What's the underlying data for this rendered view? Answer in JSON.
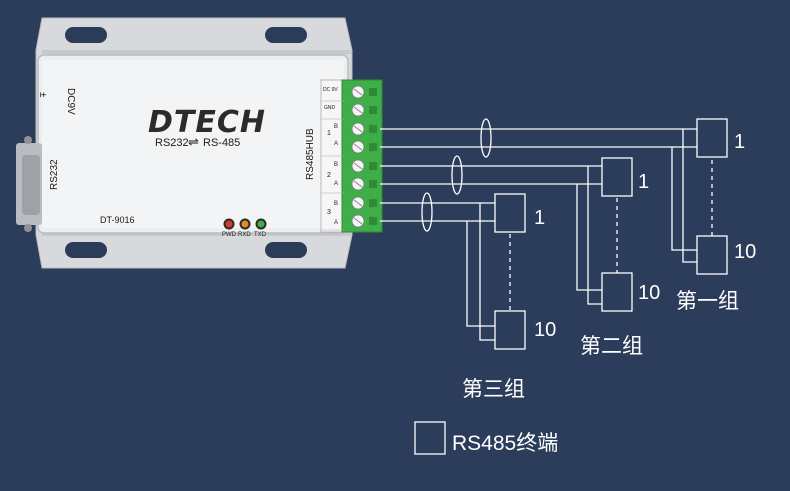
{
  "device": {
    "power_label": "DC9V",
    "polarity_symbol": "±",
    "brand": "DTECH",
    "subtitle_left": "RS232",
    "subtitle_right": "RS-485",
    "rs232_label": "RS232",
    "hub_label": "RS485HUB",
    "model": "DT-9016",
    "led_labels": [
      "PWD",
      "RXD",
      "TXD"
    ],
    "led_colors": [
      "#d83a2a",
      "#e08a2a",
      "#3ab04a"
    ],
    "terminal_labels": {
      "dc": "DC 9V",
      "gnd": "GND",
      "ports": [
        {
          "num": "1",
          "b": "B",
          "a": "A"
        },
        {
          "num": "2",
          "b": "B",
          "a": "A"
        },
        {
          "num": "3",
          "b": "B",
          "a": "A"
        }
      ]
    }
  },
  "groups": [
    {
      "name": "第一组",
      "first": "1",
      "last": "10"
    },
    {
      "name": "第二组",
      "first": "1",
      "last": "10"
    },
    {
      "name": "第三组",
      "first": "1",
      "last": "10"
    }
  ],
  "legend": {
    "label": "RS485终端"
  },
  "colors": {
    "background": "#2b3d5a",
    "line": "#ffffff",
    "terminal_green": "#3fae49"
  }
}
